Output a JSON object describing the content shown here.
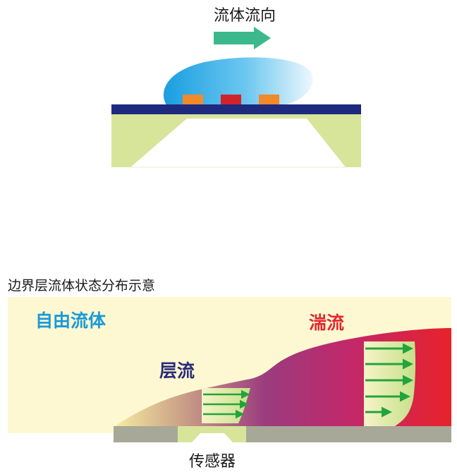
{
  "top": {
    "flow_direction_label": "流体流向"
  },
  "bottom": {
    "title": "边界层流体状态分布示意",
    "free_flow_label": "自由流体",
    "laminar_label": "层流",
    "turbulent_label": "湍流",
    "sensor_label": "传感器"
  },
  "colors": {
    "arrow_green": "#3cb98c",
    "substrate_navy": "#1e2a7e",
    "base_green": "#d7e59a",
    "electrode_orange": "#f08a2a",
    "heater_red": "#d2232a",
    "free_flow_bg": "#fdf8d2",
    "turbulent_red": "#e3222c",
    "sensor_gray": "#a8a898",
    "profile_arrow_green": "#22a43c"
  }
}
